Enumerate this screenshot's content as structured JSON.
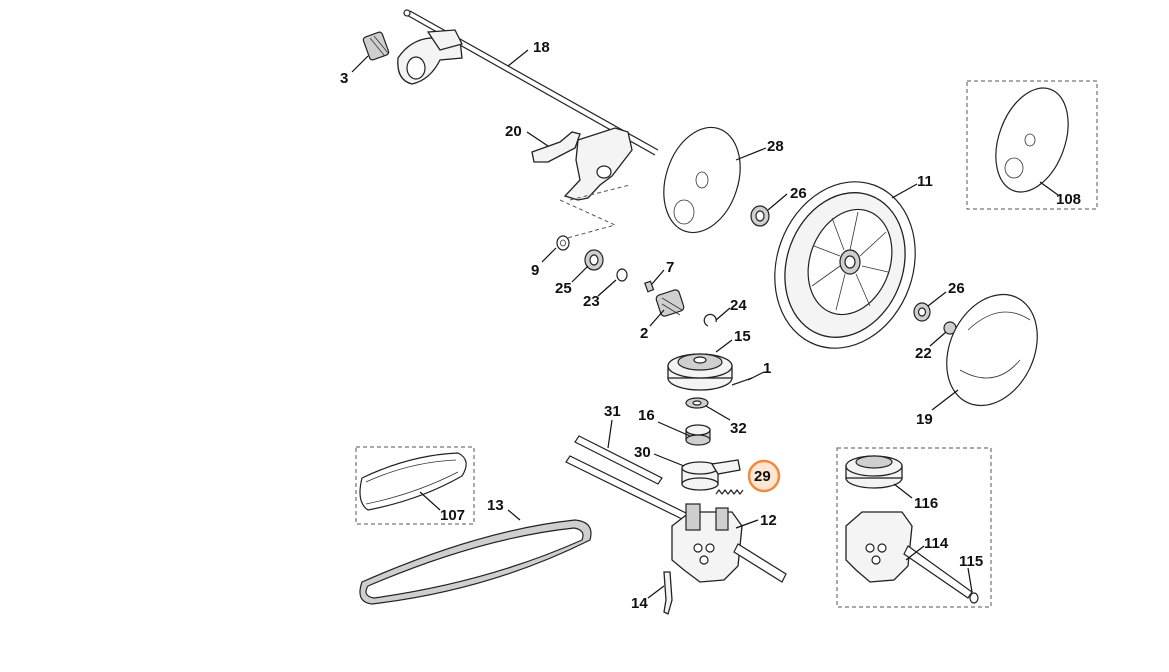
{
  "highlight_color": "#f08a3c",
  "labels": {
    "p3": "3",
    "p18": "18",
    "p20": "20",
    "p28": "28",
    "p26a": "26",
    "p11": "11",
    "p108": "108",
    "p9": "9",
    "p25": "25",
    "p23": "23",
    "p7": "7",
    "p24": "24",
    "p2": "2",
    "p15": "15",
    "p1": "1",
    "p26b": "26",
    "p22": "22",
    "p19": "19",
    "p31": "31",
    "p16": "16",
    "p32": "32",
    "p30": "30",
    "p29": "29",
    "p12": "12",
    "p107": "107",
    "p13": "13",
    "p14": "14",
    "p116": "116",
    "p114": "114",
    "p115": "115"
  }
}
